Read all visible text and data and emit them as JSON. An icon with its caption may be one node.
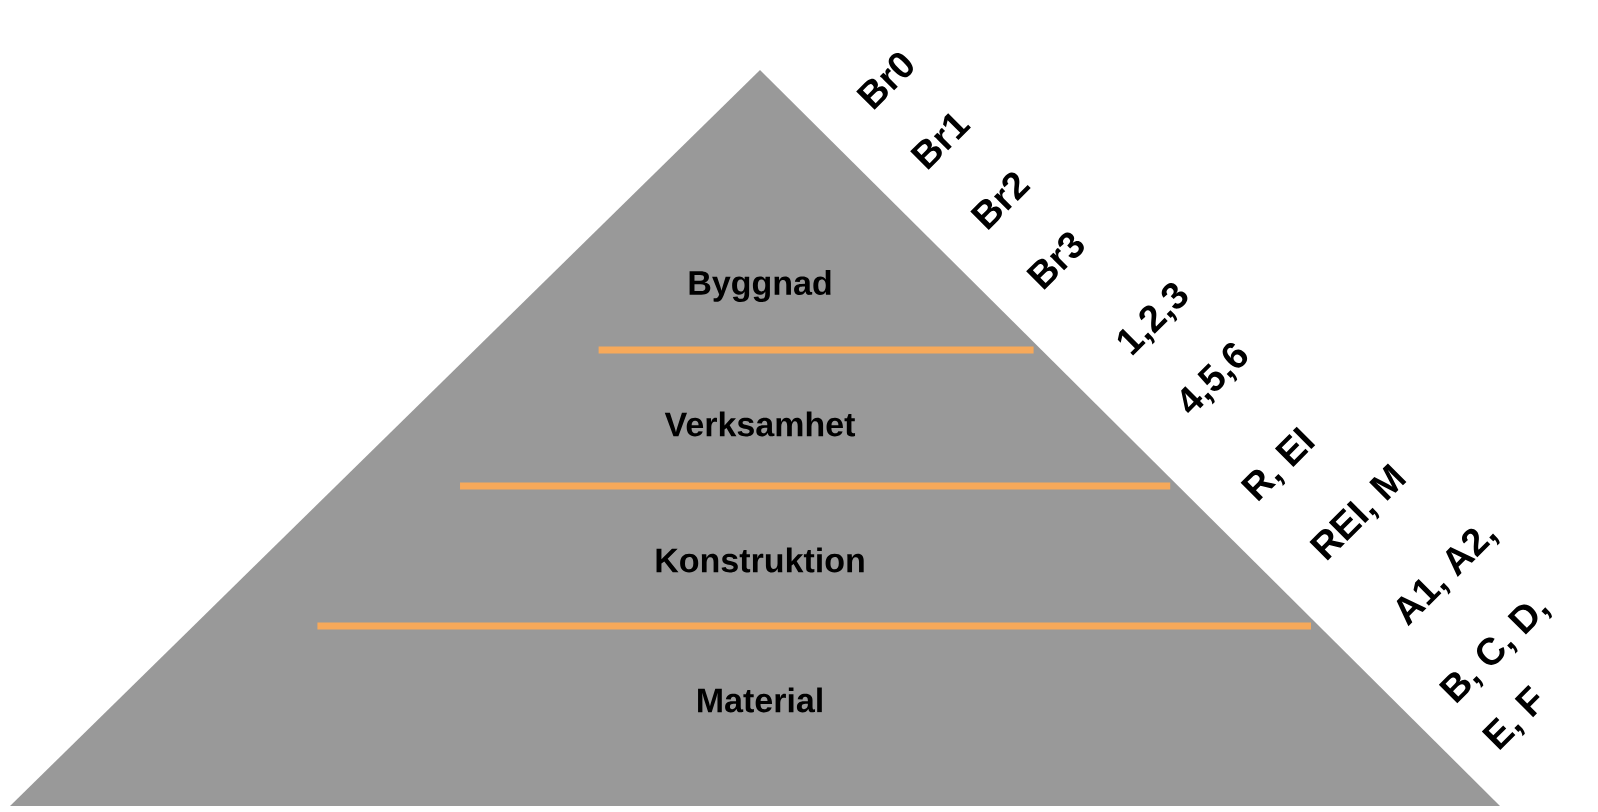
{
  "diagram": {
    "nodes": [
      {
        "text": [
          "Byggnad"
        ]
      },
      {
        "text": [
          "Verksamhet"
        ]
      },
      {
        "text": [
          "Konstruktion"
        ]
      },
      {
        "text": [
          "Material"
        ]
      }
    ],
    "labels": [
      "Br0",
      "Br1",
      "Br2",
      "Br3",
      "1,2,3",
      "4,5,6",
      "R, EI",
      "REI, M",
      "A1, A2,",
      "B, C, D,",
      "E, F"
    ]
  }
}
